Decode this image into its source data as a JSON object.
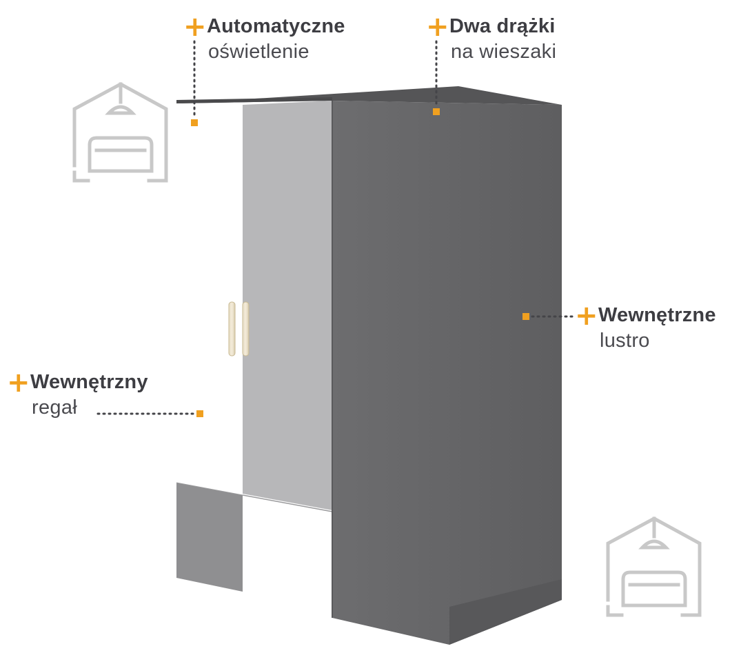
{
  "callouts": {
    "lighting": {
      "title": "Automatyczne",
      "subtitle": "oświetlenie"
    },
    "rails": {
      "title": "Dwa drążki",
      "subtitle": "na wieszaki"
    },
    "mirror": {
      "title": "Wewnętrzne",
      "subtitle": "lustro"
    },
    "shelf": {
      "title": "Wewnętrzny",
      "subtitle": "regał"
    }
  },
  "icons": {
    "plus": "plus-icon",
    "marker": "marker-dot-icon",
    "watermark": "house-sofa-logo-icon"
  },
  "colors": {
    "accent": "#f0a020",
    "text_dark": "#3d3d42",
    "wardrobe_dark": "#6b6b6d",
    "wardrobe_mid": "#b5b5b7",
    "wardrobe_white": "#ffffff",
    "watermark": "#c8c8c8"
  }
}
